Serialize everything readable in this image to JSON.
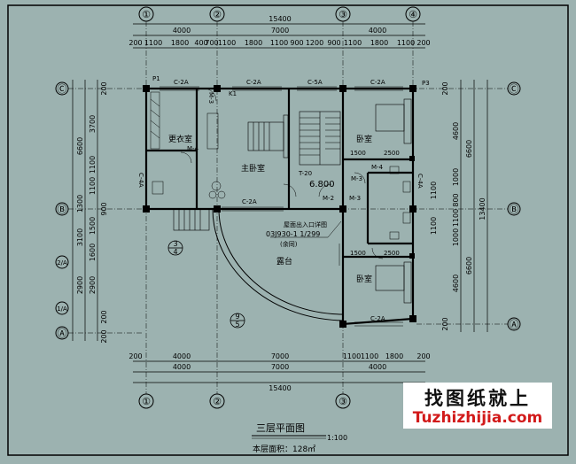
{
  "axes": {
    "top": [
      "①",
      "②",
      "③",
      "④"
    ],
    "left": [
      "Ⓒ",
      "Ⓑ",
      "2/A",
      "1/A",
      "Ⓐ"
    ],
    "right": [
      "Ⓒ",
      "Ⓑ",
      "Ⓐ"
    ],
    "bottom": [
      "①",
      "②",
      "③"
    ]
  },
  "dims_top": {
    "total": "15400",
    "mid": [
      "4000",
      "7000",
      "4000"
    ],
    "detail": [
      "200",
      "1100",
      "1800",
      "400",
      "700",
      "1100",
      "1800",
      "1100",
      "900",
      "1200",
      "900",
      "1100",
      "1800",
      "1100",
      "200"
    ]
  },
  "dims_bottom": {
    "total": "15400",
    "row1": [
      "4000",
      "7000",
      "1100",
      "1100",
      "1800"
    ],
    "row1_edge": [
      "200",
      "200"
    ],
    "row2": [
      "4000",
      "7000",
      "4000"
    ]
  },
  "dims_left": {
    "outer": [
      "6600",
      "1300",
      "3100",
      "2900"
    ],
    "inner": [
      "3700",
      "1100",
      "1100",
      "1500",
      "1600",
      "2900"
    ],
    "small": [
      "200",
      "900",
      "200",
      "200"
    ]
  },
  "dims_right": {
    "outer": [
      "6600",
      "13400",
      "6600"
    ],
    "inner": [
      "4600",
      "1000",
      "800",
      "1100",
      "1000",
      "4600"
    ],
    "small": [
      "200",
      "200",
      "1100",
      "1100"
    ]
  },
  "labels": {
    "wardrobe": "更衣室",
    "master_bedroom": "主卧室",
    "bedroom_top": "卧室",
    "bedroom_bottom": "卧室",
    "terrace": "露台",
    "level": "6.800",
    "win_top": [
      "C-2A",
      "C-2A",
      "C-5A",
      "C-2A"
    ],
    "win_mid": "C-2A",
    "win_bot": "C-2A",
    "win_left": "C-4A",
    "win_right": "C-4A",
    "doors": [
      "M-4",
      "M-3",
      "M-2",
      "M-3",
      "M-4",
      "M-3"
    ],
    "stair": "T-20",
    "note1": "屋面出入口详图",
    "note2": "03J930-1 1/299",
    "note3": "(余同)",
    "detail_ref1_top": "3",
    "detail_ref1_bot": "4",
    "detail_ref2_top": "9",
    "detail_ref2_bot": "5",
    "dim_1500a": "1500",
    "dim_2500a": "2500",
    "dim_1500b": "1500",
    "dim_2500b": "2500",
    "p1": "P1",
    "p3": "P3",
    "k1": "K1"
  },
  "title": "三层平面图",
  "scale": "1:100",
  "area_label": "本层面积：128㎡",
  "watermark": {
    "cn": "找图纸就上",
    "en": "Tuzhizhijia.com"
  }
}
